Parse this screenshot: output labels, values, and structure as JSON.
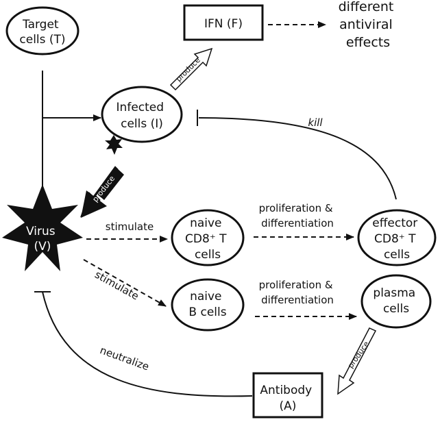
{
  "nodes": {
    "target_cells": [
      "Target",
      "cells (T)"
    ],
    "ifn": [
      "IFN (F)"
    ],
    "antiviral_effects": [
      "different",
      "antiviral",
      "effects"
    ],
    "infected_cells": [
      "Infected",
      "cells (I)"
    ],
    "virus": [
      "Virus",
      "(V)"
    ],
    "naive_cd8": [
      "naive",
      "CD8⁺ T",
      "cells"
    ],
    "effector_cd8": [
      "effector",
      "CD8⁺ T",
      "cells"
    ],
    "naive_b": [
      "naive",
      "B cells"
    ],
    "plasma_cells": [
      "plasma",
      "cells"
    ],
    "antibody": [
      "Antibody",
      "(A)"
    ]
  },
  "edges": {
    "produce_ifn": "produce",
    "produce_virus": "produce",
    "produce_antibody": "produce",
    "kill": "kill",
    "stimulate_cd8": "stimulate",
    "stimulate_b": "stimulate",
    "prolif_cd8": [
      "proliferation &",
      "differentiation"
    ],
    "prolif_b": [
      "proliferation &",
      "differentiation"
    ],
    "neutralize": "neutralize"
  },
  "colors": {
    "stroke": "#111111",
    "fill_dark": "#111111",
    "background": "#ffffff"
  }
}
